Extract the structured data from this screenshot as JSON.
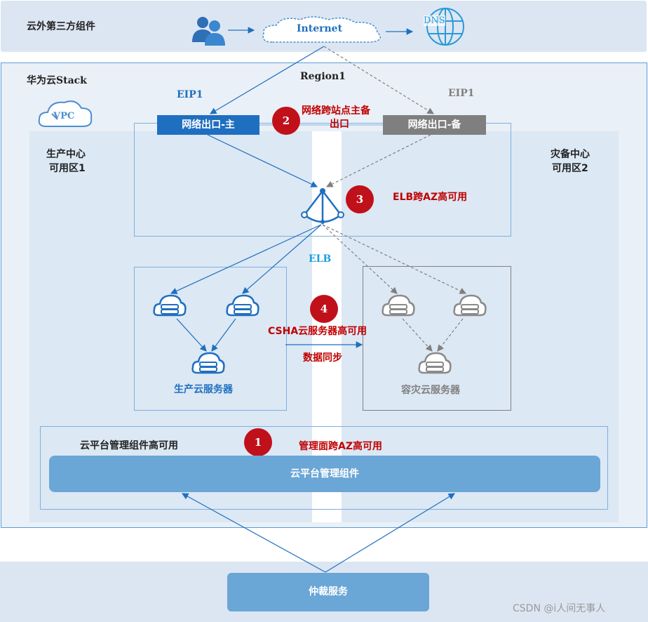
{
  "third_party": {
    "label": "云外第三方组件",
    "internet": "Internet",
    "dns": "DNS"
  },
  "region": {
    "stack_label": "华为云Stack",
    "region_label": "Region1",
    "vpc": "VPC"
  },
  "eip": {
    "primary_label": "EIP1",
    "backup_label": "EIP1"
  },
  "exits": {
    "primary": "网络出口-主",
    "backup": "网络出口-备"
  },
  "zones": {
    "production": {
      "line1": "生产中心",
      "line2": "可用区1"
    },
    "disaster": {
      "line1": "灾备中心",
      "line2": "可用区2"
    }
  },
  "features": [
    {
      "num": "1",
      "text": "管理面跨AZ高可用"
    },
    {
      "num": "2",
      "text_line1": "网络跨站点主备",
      "text_line2": "出口"
    },
    {
      "num": "3",
      "text": "ELB跨AZ高可用"
    },
    {
      "num": "4",
      "text": "CSHA云服务器高可用"
    }
  ],
  "elb_label": "ELB",
  "servers": {
    "production": "生产云服务器",
    "disaster": "容灾云服务器",
    "sync": "数据同步"
  },
  "mgmt": {
    "title": "云平台管理组件高可用",
    "bar": "云平台管理组件"
  },
  "arbitration": "仲裁服务",
  "watermark": "CSDN @i人间无事人",
  "colors": {
    "primary_blue": "#1f6fc0",
    "panel_blue": "#dce8f4",
    "badge_red": "#c0101a",
    "grey": "#808080",
    "bar_blue": "#6aa6d6"
  }
}
